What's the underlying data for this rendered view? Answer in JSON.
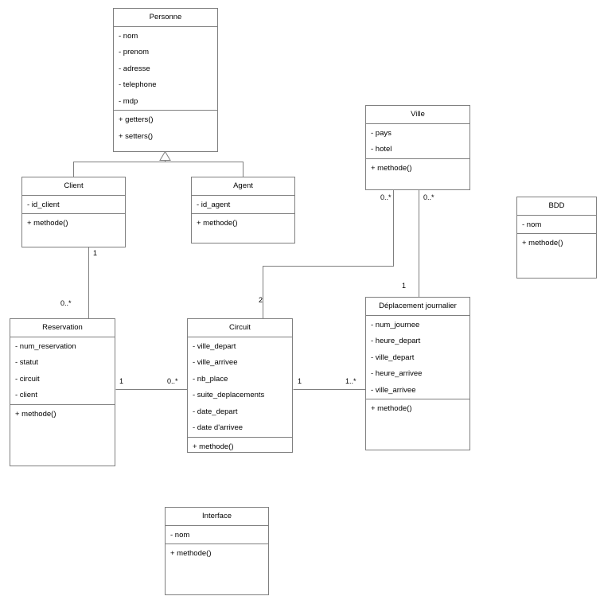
{
  "diagram": {
    "title": "UML class diagram",
    "stroke_color": "#7f7f7f",
    "text_color": "#000000",
    "background": "#ffffff"
  },
  "classes": {
    "personne": {
      "name": "Personne",
      "attributes": [
        "- nom",
        "- prenom",
        "- adresse",
        "- telephone",
        "- mdp"
      ],
      "operations": [
        "+ getters()",
        "+ setters()"
      ]
    },
    "client": {
      "name": "Client",
      "attributes": [
        "- id_client"
      ],
      "operations": [
        "+ methode()"
      ]
    },
    "agent": {
      "name": "Agent",
      "attributes": [
        "- id_agent"
      ],
      "operations": [
        "+ methode()"
      ]
    },
    "ville": {
      "name": "Ville",
      "attributes": [
        "- pays",
        "- hotel"
      ],
      "operations": [
        "+ methode()"
      ]
    },
    "bdd": {
      "name": "BDD",
      "attributes": [
        "- nom"
      ],
      "operations": [
        "+ methode()"
      ]
    },
    "reservation": {
      "name": "Reservation",
      "attributes": [
        "- num_reservation",
        "- statut",
        "- circuit",
        "- client"
      ],
      "operations": [
        "+ methode()"
      ]
    },
    "circuit": {
      "name": "Circuit",
      "attributes": [
        "- ville_depart",
        "- ville_arrivee",
        "- nb_place",
        "- suite_deplacements",
        "- date_depart",
        "- date d'arrivee"
      ],
      "operations": [
        "+ methode()"
      ]
    },
    "deplacement": {
      "name": "Déplacement journalier",
      "attributes": [
        "- num_journee",
        "- heure_depart",
        "- ville_depart",
        "- heure_arrivee",
        "- ville_arrivee"
      ],
      "operations": [
        "+ methode()"
      ]
    },
    "interface": {
      "name": "Interface",
      "attributes": [
        "- nom"
      ],
      "operations": [
        "+ methode()"
      ]
    }
  },
  "multiplicities": {
    "client_to_reservation_near": "1",
    "client_to_reservation_far": "0..*",
    "ville_to_circuit": "0..*",
    "ville_to_deplacement": "0..*",
    "circuit_to_ville": "2",
    "deplacement_to_ville": "1",
    "reservation_to_circuit_near": "1",
    "reservation_to_circuit_far": "0..*",
    "circuit_to_deplacement_near": "1",
    "circuit_to_deplacement_far": "1..*"
  },
  "relations": [
    {
      "kind": "generalization",
      "from": "Client",
      "to": "Personne"
    },
    {
      "kind": "generalization",
      "from": "Agent",
      "to": "Personne"
    },
    {
      "kind": "association",
      "from": "Client",
      "to": "Reservation",
      "from_mult": "1",
      "to_mult": "0..*"
    },
    {
      "kind": "association",
      "from": "Ville",
      "to": "Circuit",
      "from_mult": "0..*",
      "to_mult": "2"
    },
    {
      "kind": "association",
      "from": "Ville",
      "to": "Déplacement journalier",
      "from_mult": "0..*",
      "to_mult": "1"
    },
    {
      "kind": "association",
      "from": "Reservation",
      "to": "Circuit",
      "from_mult": "1",
      "to_mult": "0..*"
    },
    {
      "kind": "association",
      "from": "Circuit",
      "to": "Déplacement journalier",
      "from_mult": "1",
      "to_mult": "1..*"
    }
  ]
}
